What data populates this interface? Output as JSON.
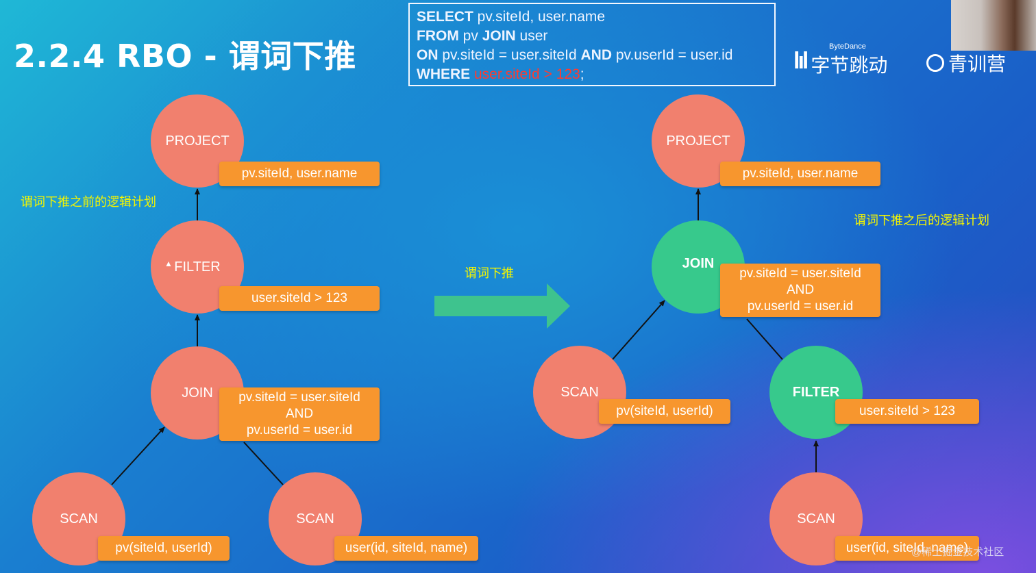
{
  "title": "2.2.4 RBO - 谓词下推",
  "sql": {
    "line1_kw": "SELECT",
    "line1_rest": " pv.siteId, user.name",
    "line2_kw": "FROM",
    "line2_rest1": " pv ",
    "line2_kw2": "JOIN",
    "line2_rest2": " user",
    "line3_kw": "ON",
    "line3_rest1": " pv.siteId = user.siteId ",
    "line3_kw2": "AND",
    "line3_rest2": " pv.userId = user.id",
    "line4_kw": "WHERE",
    "line4_cond": " user.siteId > 123",
    "line4_end": ";"
  },
  "logos": {
    "bytedance_small": "ByteDance",
    "bytedance_big": "字节跳动",
    "bytedance_mark": "lıl",
    "qingxunying": "青训营"
  },
  "left_caption": "谓词下推之前的逻辑计划",
  "right_caption": "谓词下推之后的逻辑计划",
  "arrow_caption": "谓词下推",
  "left_plan": {
    "project": {
      "name": "PROJECT",
      "label": "pv.siteId, user.name"
    },
    "filter": {
      "name": "FILTER",
      "label": "user.siteId > 123"
    },
    "join": {
      "name": "JOIN",
      "label_line1": "pv.siteId = user.siteId",
      "label_line2": "AND",
      "label_line3": "pv.userId = user.id"
    },
    "scan_pv": {
      "name": "SCAN",
      "label": "pv(siteId, userId)"
    },
    "scan_user": {
      "name": "SCAN",
      "label": "user(id, siteId, name)"
    }
  },
  "right_plan": {
    "project": {
      "name": "PROJECT",
      "label": "pv.siteId, user.name"
    },
    "join": {
      "name": "JOIN",
      "label_line1": "pv.siteId = user.siteId",
      "label_line2": "AND",
      "label_line3": "pv.userId = user.id"
    },
    "scan_pv": {
      "name": "SCAN",
      "label": "pv(siteId, userId)"
    },
    "filter": {
      "name": "FILTER",
      "label": "user.siteId > 123"
    },
    "scan_user": {
      "name": "SCAN",
      "label": "user(id, siteId, name)"
    }
  },
  "watermark": "@稀土掘金技术社区",
  "colors": {
    "node_default": "#f1806e",
    "node_moved": "#37c98c",
    "label_bg": "#f7962e",
    "caption": "#f4f500",
    "sql_highlight": "#ff3b2f"
  }
}
